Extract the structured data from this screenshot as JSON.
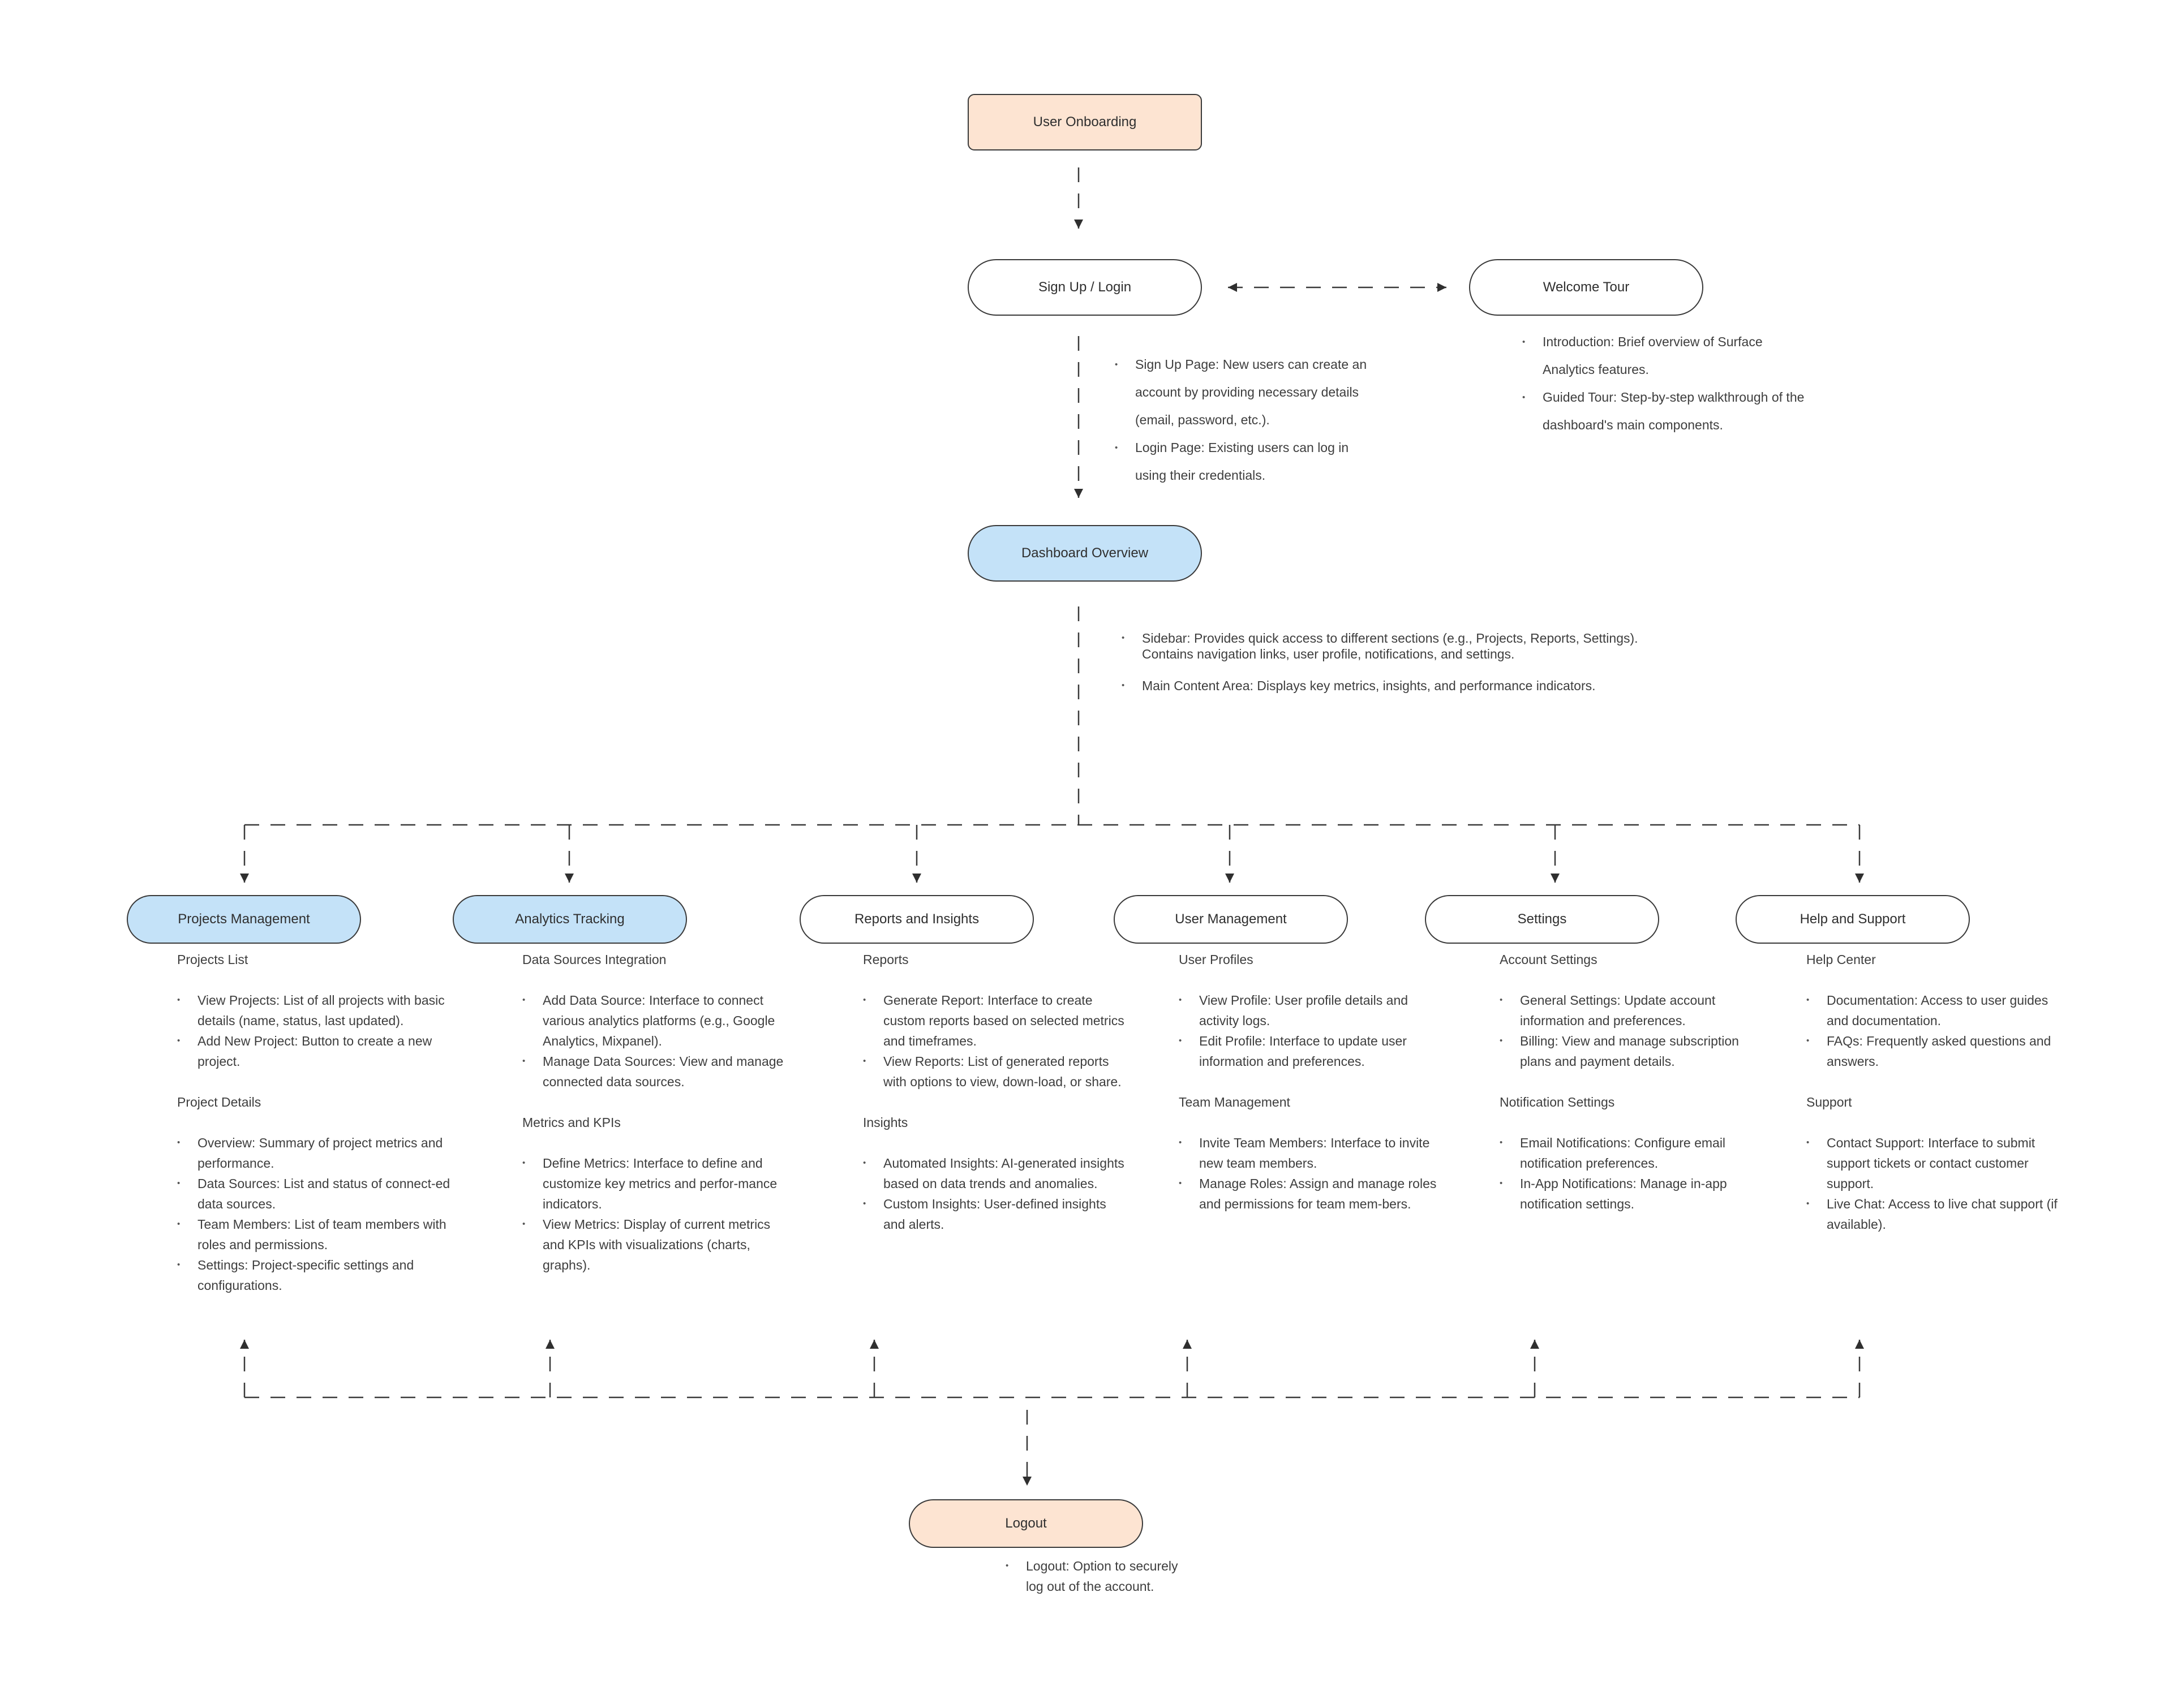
{
  "nodes": {
    "onboarding": "User Onboarding",
    "signup": "Sign Up / Login",
    "welcome": "Welcome Tour",
    "dashboard": "Dashboard Overview",
    "logout": "Logout"
  },
  "signup_notes": [
    "Sign Up Page: New users can create an account by providing necessary details (email, password, etc.).",
    "Login Page: Existing users can log in using their credentials."
  ],
  "welcome_notes": [
    "Introduction: Brief overview of Surface Analytics features.",
    "Guided Tour: Step-by-step walkthrough of the dashboard's main components."
  ],
  "dashboard_notes": [
    "Sidebar: Provides quick access to different sections (e.g., Projects, Reports, Settings). Contains navigation links, user profile, notifications, and settings.",
    "Main Content Area: Displays key metrics, insights, and performance indicators."
  ],
  "logout_notes": [
    "Logout: Option to securely log out of the account."
  ],
  "modules": [
    {
      "title": "Projects Management",
      "sections": [
        {
          "heading": "Projects List",
          "items": [
            "View Projects: List of all projects with basic details (name, status, last updated).",
            "Add New Project: Button to create a new project."
          ]
        },
        {
          "heading": "Project Details",
          "items": [
            "Overview: Summary of project metrics and performance.",
            "Data Sources: List and status of connect-ed data sources.",
            "Team Members: List of team members with roles and permissions.",
            "Settings: Project-specific settings and configurations."
          ]
        }
      ]
    },
    {
      "title": "Analytics Tracking",
      "sections": [
        {
          "heading": "Data Sources Integration",
          "items": [
            "Add Data Source: Interface to connect various analytics platforms (e.g., Google Analytics, Mixpanel).",
            "Manage Data Sources: View and manage connected data sources."
          ]
        },
        {
          "heading": "Metrics and KPIs",
          "items": [
            "Define Metrics: Interface to define and customize key metrics and perfor-mance indicators.",
            "View Metrics: Display of current metrics and KPIs with visualizations (charts, graphs)."
          ]
        }
      ]
    },
    {
      "title": "Reports and Insights",
      "sections": [
        {
          "heading": "Reports",
          "items": [
            "Generate Report: Interface to create custom reports based on selected metrics and timeframes.",
            "View Reports: List of generated reports with options to view, down-load, or share."
          ]
        },
        {
          "heading": "Insights",
          "items": [
            "Automated Insights: AI-generated insights based on data trends and anomalies.",
            "Custom Insights: User-defined insights and alerts."
          ]
        }
      ]
    },
    {
      "title": "User Management",
      "sections": [
        {
          "heading": "User Profiles",
          "items": [
            "View Profile: User profile details and activity logs.",
            "Edit Profile: Interface to update user information and preferences."
          ]
        },
        {
          "heading": "Team Management",
          "items": [
            "Invite Team Members: Interface to invite new team members.",
            "Manage Roles: Assign and manage roles and permissions for team mem-bers."
          ]
        }
      ]
    },
    {
      "title": "Settings",
      "sections": [
        {
          "heading": "Account Settings",
          "items": [
            "General Settings: Update account information and preferences.",
            "Billing: View and manage subscription plans and payment details."
          ]
        },
        {
          "heading": "Notification Settings",
          "items": [
            "Email Notifications: Configure email notification preferences.",
            "In-App Notifications: Manage in-app notification settings."
          ]
        }
      ]
    },
    {
      "title": "Help and Support",
      "sections": [
        {
          "heading": "Help Center",
          "items": [
            "Documentation: Access to user guides and documentation.",
            "FAQs: Frequently asked questions and answers."
          ]
        },
        {
          "heading": "Support",
          "items": [
            "Contact Support: Interface to submit support tickets or contact customer support.",
            "Live Chat: Access to live chat support (if available)."
          ]
        }
      ]
    }
  ],
  "colors": {
    "peach": "#fde4d2",
    "blue": "#c4e2f8",
    "stroke": "#3a3a3a"
  }
}
